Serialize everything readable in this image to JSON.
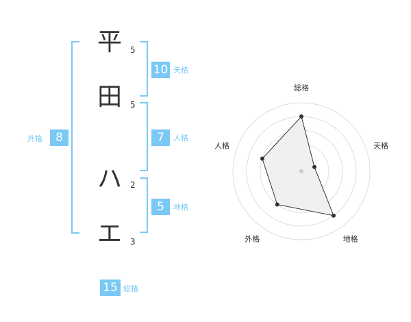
{
  "name": {
    "chars": [
      {
        "char": "平",
        "strokes": "5"
      },
      {
        "char": "田",
        "strokes": "5"
      },
      {
        "char": "ハ",
        "strokes": "2"
      },
      {
        "char": "エ",
        "strokes": "3"
      }
    ]
  },
  "kakaku": {
    "tenkaku": {
      "value": "10",
      "label": "天格"
    },
    "jinkaku": {
      "value": "7",
      "label": "人格"
    },
    "chikaku": {
      "value": "5",
      "label": "地格"
    },
    "gaikaku": {
      "value": "8",
      "label": "外格"
    },
    "soukaku": {
      "value": "15",
      "label": "総格"
    }
  },
  "colors": {
    "accent": "#7ac9f5",
    "text": "#333333",
    "radar_fill": "#eeeeee",
    "radar_ring": "#dddddd"
  },
  "chart_data": {
    "type": "radar",
    "categories": [
      "総格",
      "天格",
      "地格",
      "外格",
      "人格"
    ],
    "values": [
      4,
      1,
      4,
      3,
      3
    ],
    "range": [
      0,
      5
    ]
  }
}
